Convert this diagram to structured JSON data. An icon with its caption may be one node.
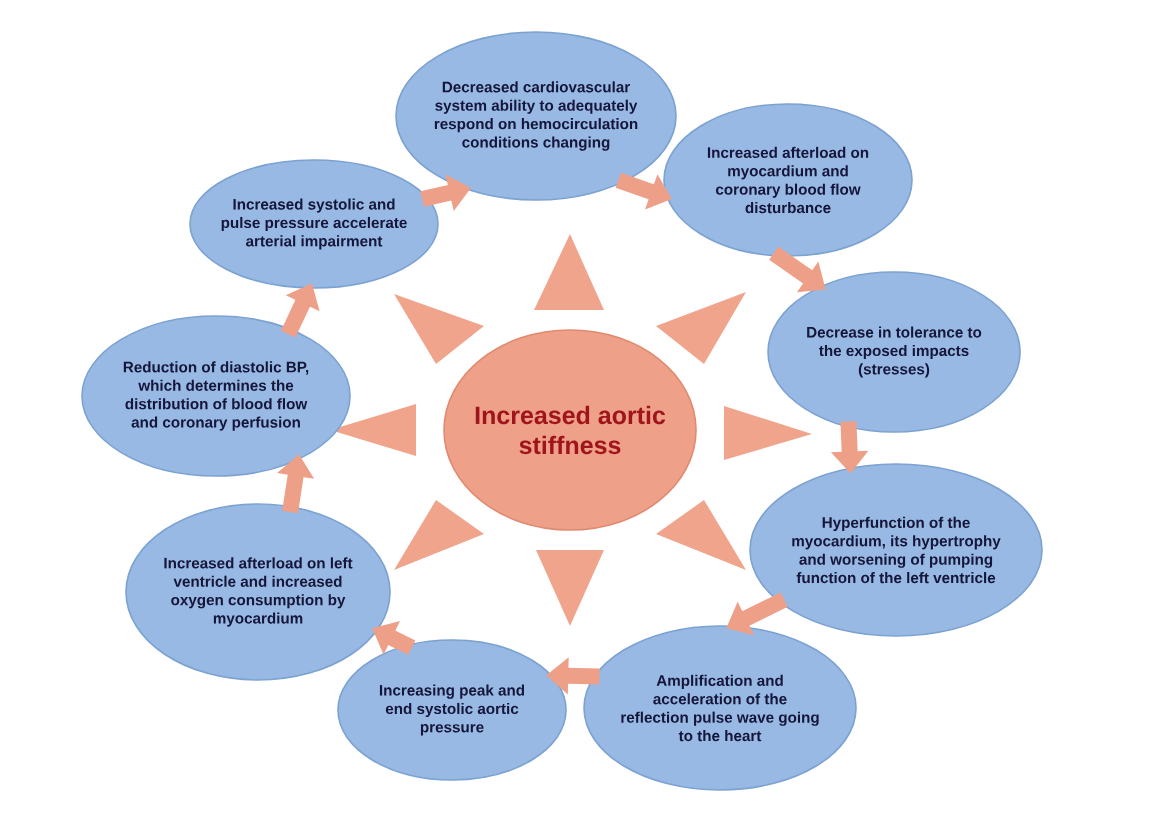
{
  "diagram": {
    "nodes": [
      {
        "text": [
          "Increased aortic stiffness"
        ]
      },
      {
        "text": [
          "Decreased cardiovascular system ability to adequately respond on hemocirculation conditions changing"
        ]
      },
      {
        "text": [
          "Increased afterload on myocardium and coronary blood flow disturbance"
        ]
      },
      {
        "text": [
          "Decrease in tolerance to the exposed impacts (stresses)"
        ]
      },
      {
        "text": [
          "Hyperfunction of the myocardium, its hypertrophy and worsening of pumping function of the left ventricle"
        ]
      },
      {
        "text": [
          "Amplification and acceleration of the reflection pulse wave going to the heart"
        ]
      },
      {
        "text": [
          "Increasing peak and end systolic aortic pressure"
        ]
      },
      {
        "text": [
          "Increased afterload on left ventricle and increased oxygen consumption by myocardium"
        ]
      },
      {
        "text": [
          "Reduction of diastolic BP, which determines the distribution of blood flow and coronary perfusion"
        ]
      },
      {
        "text": [
          "Increased systolic and pulse pressure accelerate arterial impairment"
        ]
      }
    ],
    "edges": [
      {
        "from": 1,
        "to": 2,
        "arrow": "to"
      },
      {
        "from": 2,
        "to": 3,
        "arrow": "to"
      },
      {
        "from": 3,
        "to": 4,
        "arrow": "to"
      },
      {
        "from": 4,
        "to": 5,
        "arrow": "to"
      },
      {
        "from": 5,
        "to": 6,
        "arrow": "to"
      },
      {
        "from": 6,
        "to": 7,
        "arrow": "to"
      },
      {
        "from": 7,
        "to": 8,
        "arrow": "to"
      },
      {
        "from": 8,
        "to": 9,
        "arrow": "to"
      },
      {
        "from": 9,
        "to": 1,
        "arrow": "to"
      }
    ]
  }
}
